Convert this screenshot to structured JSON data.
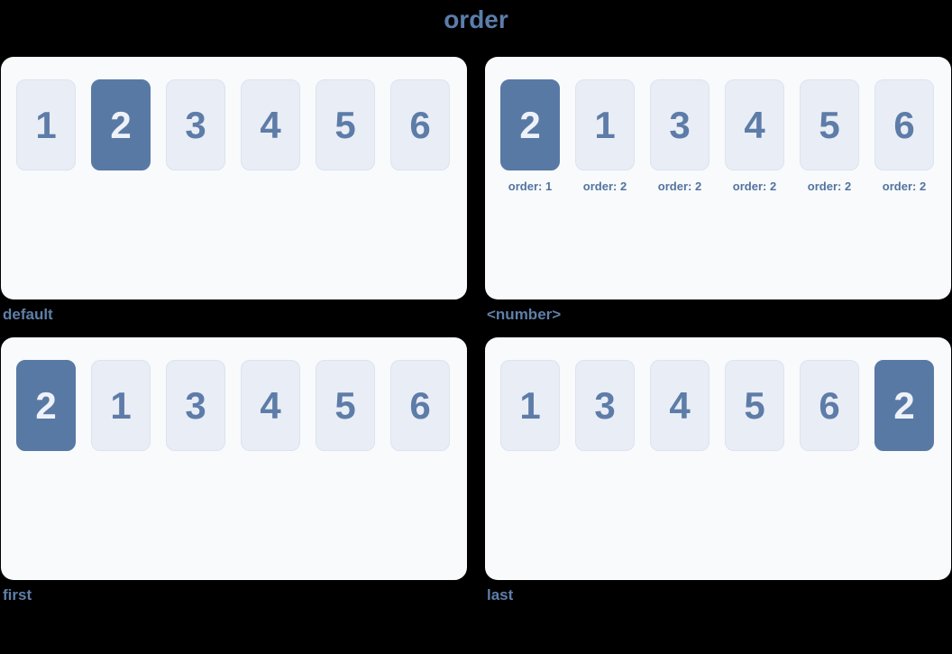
{
  "title": "order",
  "colors": {
    "background": "#000000",
    "panel_bg": "#f8fafc",
    "box_bg": "#e9edf5",
    "box_border": "#dce4f0",
    "box_text": "#5d7ca8",
    "highlight_bg": "#5979a5",
    "highlight_text": "#eef2f8",
    "title_text": "#5b7dab",
    "label_text": "#5f7fa9",
    "caption_text": "#53749f"
  },
  "panels": [
    {
      "label": "default",
      "items": [
        {
          "text": "1",
          "highlight": false
        },
        {
          "text": "2",
          "highlight": true
        },
        {
          "text": "3",
          "highlight": false
        },
        {
          "text": "4",
          "highlight": false
        },
        {
          "text": "5",
          "highlight": false
        },
        {
          "text": "6",
          "highlight": false
        }
      ]
    },
    {
      "label": "<number>",
      "items": [
        {
          "text": "2",
          "highlight": true,
          "caption": "order: 1"
        },
        {
          "text": "1",
          "highlight": false,
          "caption": "order: 2"
        },
        {
          "text": "3",
          "highlight": false,
          "caption": "order: 2"
        },
        {
          "text": "4",
          "highlight": false,
          "caption": "order: 2"
        },
        {
          "text": "5",
          "highlight": false,
          "caption": "order: 2"
        },
        {
          "text": "6",
          "highlight": false,
          "caption": "order: 2"
        }
      ]
    },
    {
      "label": "first",
      "items": [
        {
          "text": "2",
          "highlight": true
        },
        {
          "text": "1",
          "highlight": false
        },
        {
          "text": "3",
          "highlight": false
        },
        {
          "text": "4",
          "highlight": false
        },
        {
          "text": "5",
          "highlight": false
        },
        {
          "text": "6",
          "highlight": false
        }
      ]
    },
    {
      "label": "last",
      "items": [
        {
          "text": "1",
          "highlight": false
        },
        {
          "text": "3",
          "highlight": false
        },
        {
          "text": "4",
          "highlight": false
        },
        {
          "text": "5",
          "highlight": false
        },
        {
          "text": "6",
          "highlight": false
        },
        {
          "text": "2",
          "highlight": true
        }
      ]
    }
  ]
}
